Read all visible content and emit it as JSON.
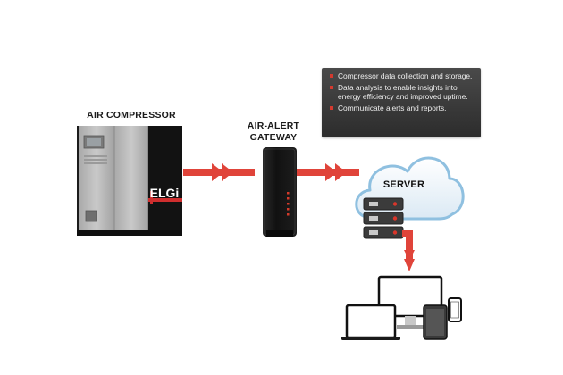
{
  "labels": {
    "compressor": "AIR COMPRESSOR",
    "gateway_line1": "AIR-ALERT",
    "gateway_line2": "GATEWAY",
    "server": "SERVER",
    "brand": "ELGi"
  },
  "info_box": {
    "items": [
      "Compressor data collection and storage.",
      "Data analysis to enable insights into energy efficiency and improved uptime.",
      "Communicate alerts and reports."
    ]
  },
  "colors": {
    "arrow": "#e0443a",
    "bullet": "#d43a2f",
    "cloud_stroke": "#8fc0e0",
    "box_bg": "#3a3a3a"
  }
}
